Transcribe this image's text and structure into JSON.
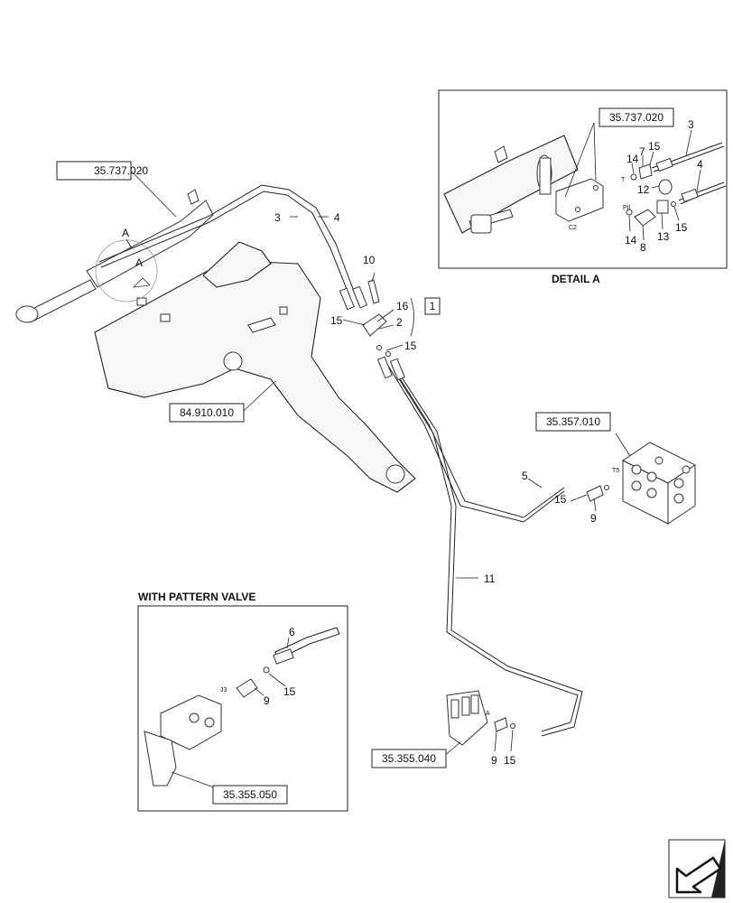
{
  "refs": {
    "r1": "35.737.020",
    "r2": "35.737.020",
    "r3": "84.910.010",
    "r4": "35.357.010",
    "r5": "35.355.040",
    "r6": "35.355.050"
  },
  "titles": {
    "detail": "DETAIL A",
    "pattern": "WITH PATTERN VALVE"
  },
  "callouts": {
    "boxed1": "1",
    "a_top": "A",
    "a_bottom": "A",
    "a_valve": "A",
    "n3_main": "3",
    "n4_main": "4",
    "n10": "10",
    "n16": "16",
    "n15_a": "15",
    "n2": "2",
    "n15_b": "15",
    "n5": "5",
    "n15_c": "15",
    "n9_a": "9",
    "n11": "11",
    "n6": "6",
    "n9_b": "9",
    "n15_d": "15",
    "n9_c": "9",
    "n15_e": "15",
    "d3": "3",
    "d15_top": "15",
    "d7": "7",
    "d14_top": "14",
    "d4": "4",
    "d12": "12",
    "d15_bot": "15",
    "d14_bot": "14",
    "d13": "13",
    "d8": "8"
  },
  "port_marks": {
    "t5": "T5",
    "j3": "J3",
    "t": "T",
    "pii": "PII",
    "c2": "C2"
  }
}
